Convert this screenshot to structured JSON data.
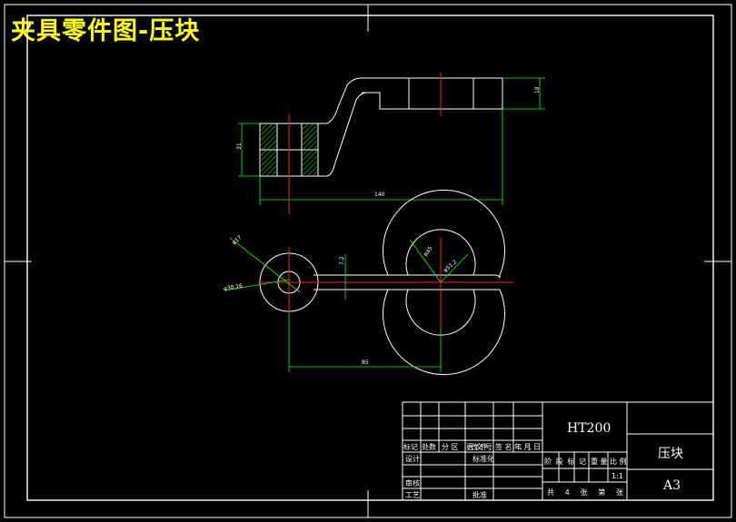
{
  "title": "夹具零件图-压块",
  "dimensions": {
    "height_top": "18",
    "height_left": "31",
    "length": "140",
    "dia_small": "φ17",
    "dia_small_bore": "φ30.16",
    "slot_width": "7.2",
    "radius_big": "R45",
    "dia_big": "φ51.2",
    "center_distance": "85"
  },
  "title_block": {
    "material": "HT200",
    "part_name": "压块",
    "sheet_size": "A3",
    "scale": "1:1",
    "rev_headers": [
      "标记",
      "处数",
      "分 区",
      "更改文件号",
      "签 名",
      "年、月、日"
    ],
    "design_label": "设计",
    "standardize_label": "标准化",
    "review_label": "审核",
    "process_label": "工艺",
    "approve_label": "批准",
    "stage_headers": [
      "阶 段 标 记",
      "重 量",
      "比 例"
    ],
    "sheet_count": "共 4 张  第  张"
  }
}
